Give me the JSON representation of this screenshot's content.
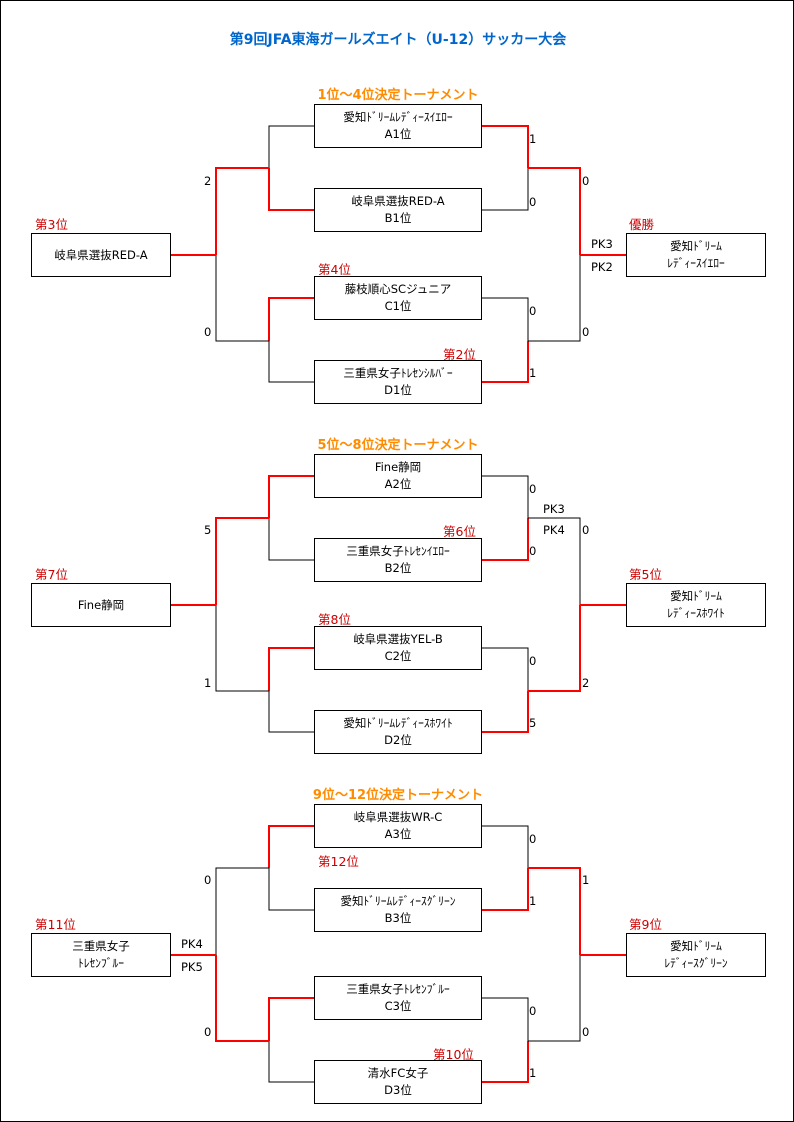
{
  "title": "第9回JFA東海ガールズエイト（U-12）サッカー大会",
  "colors": {
    "title": "#0066cc",
    "section_title": "#ff8c00",
    "winner_line": "#ff0000",
    "loser_line": "#000000",
    "rank_text": "#cc0000"
  },
  "sections": [
    {
      "title": "1位～4位決定トーナメント",
      "teams": [
        {
          "name": "愛知ﾄﾞﾘｰﾑﾚﾃﾞｨｰｽｲｴﾛｰ",
          "seed": "A1位"
        },
        {
          "name": "岐阜県選抜RED-A",
          "seed": "B1位"
        },
        {
          "name": "藤枝順心SCジュニア",
          "seed": "C1位"
        },
        {
          "name": "三重県女子ﾄﾚｾﾝｼﾙﾊﾞｰ",
          "seed": "D1位"
        }
      ],
      "left_final": {
        "name_line1": "岐阜県選抜RED-A",
        "name_line2": "",
        "rank": "第3位",
        "score_top": "2",
        "score_bottom": "0",
        "pk_top": "",
        "pk_bottom": ""
      },
      "right_final": {
        "name_line1": "愛知ﾄﾞﾘｰﾑ",
        "name_line2": "ﾚﾃﾞｨｰｽｲｴﾛｰ",
        "rank": "優勝",
        "score_top": "0",
        "score_bottom": "0",
        "pk_top": "PK3",
        "pk_bottom": "PK2"
      },
      "semi_scores": {
        "top_a": "1",
        "top_b": "0",
        "bottom_a": "0",
        "bottom_b": "1"
      },
      "side_ranks": {
        "top_left": "",
        "bottom_left": "第4位",
        "top_right": "",
        "bottom_right": "第2位"
      },
      "semi_pk": {
        "top_a": "",
        "top_b": ""
      }
    },
    {
      "title": "5位～8位決定トーナメント",
      "teams": [
        {
          "name": "Fine静岡",
          "seed": "A2位"
        },
        {
          "name": "三重県女子ﾄﾚｾﾝｲｴﾛｰ",
          "seed": "B2位"
        },
        {
          "name": "岐阜県選抜YEL-B",
          "seed": "C2位"
        },
        {
          "name": "愛知ﾄﾞﾘｰﾑﾚﾃﾞｨｰｽﾎﾜｲﾄ",
          "seed": "D2位"
        }
      ],
      "left_final": {
        "name_line1": "Fine静岡",
        "name_line2": "",
        "rank": "第7位",
        "score_top": "5",
        "score_bottom": "1",
        "pk_top": "",
        "pk_bottom": ""
      },
      "right_final": {
        "name_line1": "愛知ﾄﾞﾘｰﾑ",
        "name_line2": "ﾚﾃﾞｨｰｽﾎﾜｲﾄ",
        "rank": "第5位",
        "score_top": "0",
        "score_bottom": "2",
        "pk_top": "",
        "pk_bottom": ""
      },
      "semi_scores": {
        "top_a": "0",
        "top_b": "0",
        "bottom_a": "0",
        "bottom_b": "5"
      },
      "side_ranks": {
        "top_left": "",
        "bottom_left": "第8位",
        "top_right": "第6位",
        "bottom_right": ""
      },
      "semi_pk": {
        "top_a": "PK3",
        "top_b": "PK4"
      }
    },
    {
      "title": "9位～12位決定トーナメント",
      "teams": [
        {
          "name": "岐阜県選抜WR-C",
          "seed": "A3位"
        },
        {
          "name": "愛知ﾄﾞﾘｰﾑﾚﾃﾞｨｰｽｸﾞﾘｰﾝ",
          "seed": "B3位"
        },
        {
          "name": "三重県女子ﾄﾚｾﾝﾌﾞﾙｰ",
          "seed": "C3位"
        },
        {
          "name": "清水FC女子",
          "seed": "D3位"
        }
      ],
      "left_final": {
        "name_line1": "三重県女子",
        "name_line2": "ﾄﾚｾﾝﾌﾞﾙｰ",
        "rank": "第11位",
        "score_top": "0",
        "score_bottom": "0",
        "pk_top": "PK4",
        "pk_bottom": "PK5"
      },
      "right_final": {
        "name_line1": "愛知ﾄﾞﾘｰﾑ",
        "name_line2": "ﾚﾃﾞｨｰｽｸﾞﾘｰﾝ",
        "rank": "第9位",
        "score_top": "1",
        "score_bottom": "0",
        "pk_top": "",
        "pk_bottom": ""
      },
      "semi_scores": {
        "top_a": "0",
        "top_b": "1",
        "bottom_a": "0",
        "bottom_b": "1"
      },
      "side_ranks": {
        "top_left": "第12位",
        "bottom_left": "",
        "top_right": "",
        "bottom_right": "第10位"
      },
      "semi_pk": {
        "top_a": "",
        "top_b": ""
      }
    }
  ]
}
